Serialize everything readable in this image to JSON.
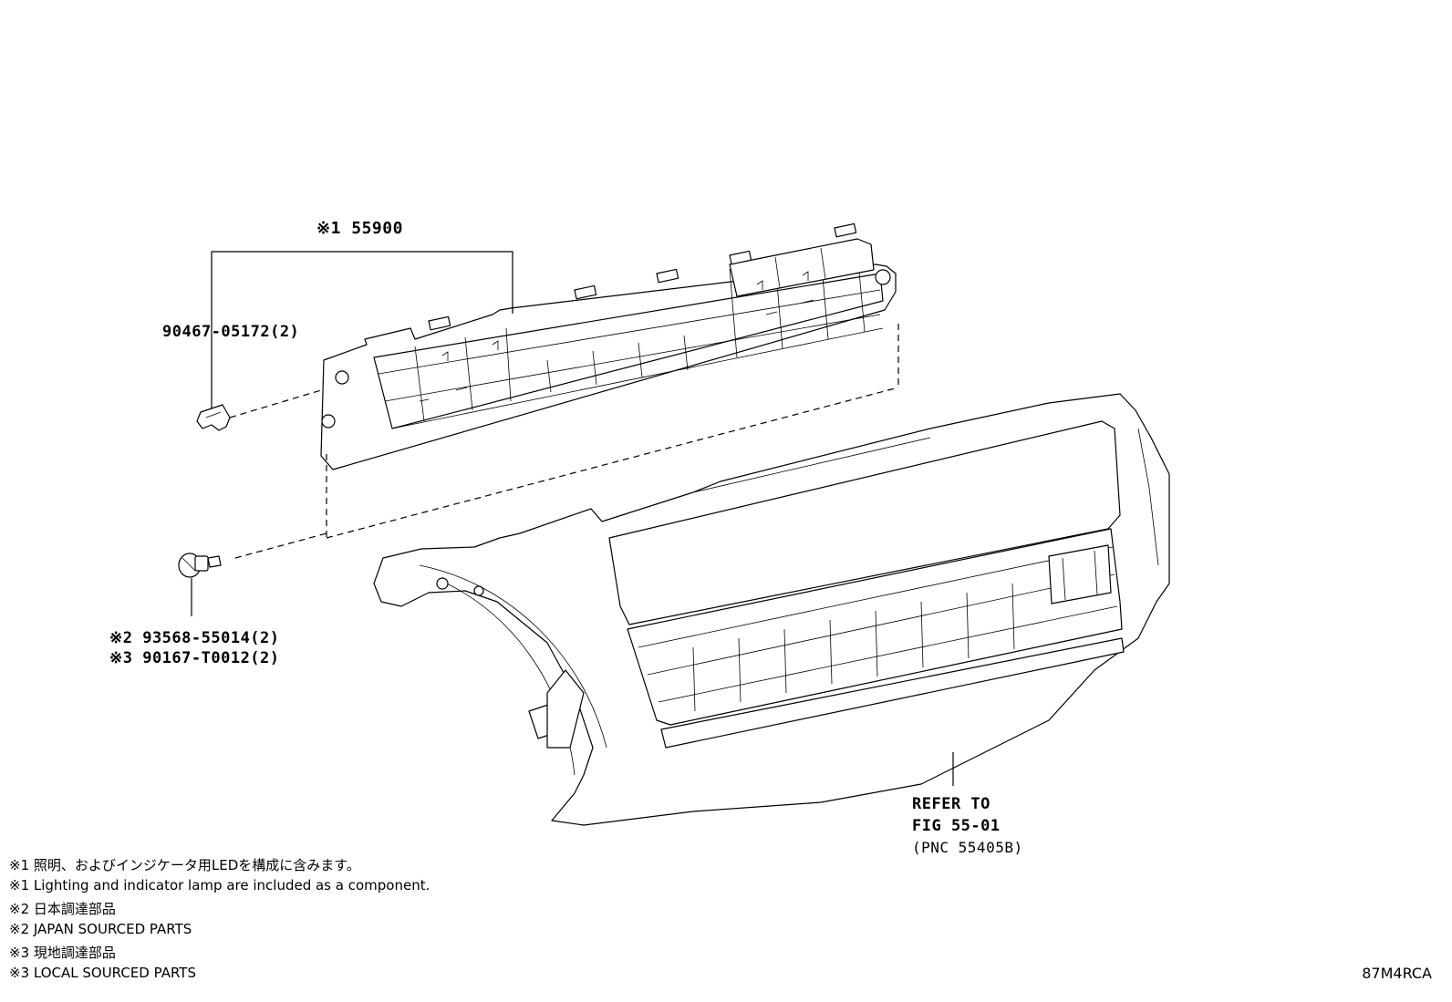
{
  "callouts": {
    "main_part": "※1 55900",
    "clip": "90467-05172(2)",
    "screw_a": "※2 93568-55014(2)",
    "screw_b": "※3 90167-T0012(2)",
    "refer_line1": "REFER TO",
    "refer_line2": "FIG 55-01",
    "refer_line3": "(PNC 55405B)"
  },
  "notes": [
    "※1 照明、およびインジケータ用LEDを構成に含みます。",
    "※1 Lighting and indicator lamp are included as a component.",
    "※2  日本調達部品",
    "※2  JAPAN SOURCED PARTS",
    "※3  現地調達部品",
    "※3  LOCAL SOURCED PARTS"
  ],
  "illustration_code": "87M4RCA",
  "icons": [
    "control-panel-illustration",
    "clip-icon",
    "screw-icon",
    "instrument-panel-illustration"
  ]
}
